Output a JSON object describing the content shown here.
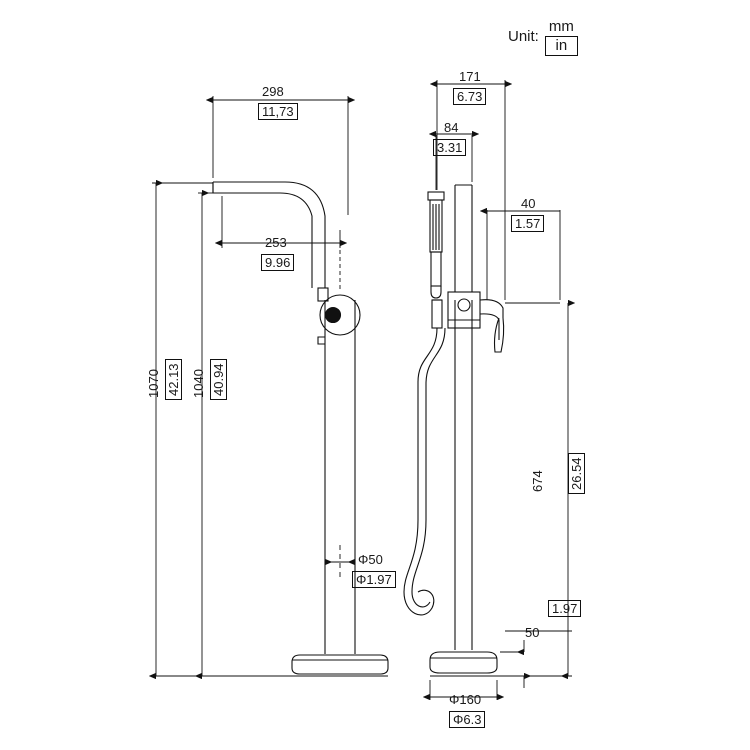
{
  "unit": {
    "label": "Unit:",
    "numerator": "mm",
    "denominator": "in"
  },
  "dimensions": {
    "spout_reach_mm": "298",
    "spout_reach_in": "11,73",
    "spout_inner_mm": "253",
    "spout_inner_in": "9.96",
    "overall_height_mm": "1070",
    "overall_height_in": "42.13",
    "riser_height_mm": "1040",
    "riser_height_in": "40.94",
    "column_dia_mm": "Φ50",
    "column_dia_in": "Φ1.97",
    "base_dia_mm": "Φ160",
    "base_dia_in": "Φ6.3",
    "side_width_mm": "171",
    "side_width_in": "6.73",
    "handshower_offset_mm": "84",
    "handshower_offset_in": "3.31",
    "handle_len_mm": "40",
    "handle_len_in": "1.57",
    "valve_height_mm": "674",
    "valve_height_in": "26.54",
    "base_height_mm": "50",
    "base_height_in": "1.97"
  }
}
